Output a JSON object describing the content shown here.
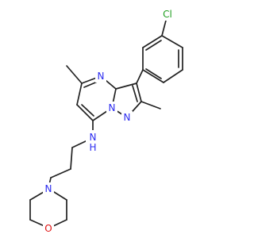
{
  "molecule": {
    "colors": {
      "bond": "#222222",
      "nitrogen": "#2a2af0",
      "oxygen": "#e01010",
      "chlorine": "#22a022"
    },
    "atom_labels": {
      "chlorine": "Cl",
      "pyrimidine_n": "N",
      "pyrazole_n_bridge": "N",
      "pyrazole_n2": "N",
      "amine_n": "N",
      "amine_h": "H",
      "morpholine_n": "N",
      "morpholine_o": "O"
    }
  }
}
